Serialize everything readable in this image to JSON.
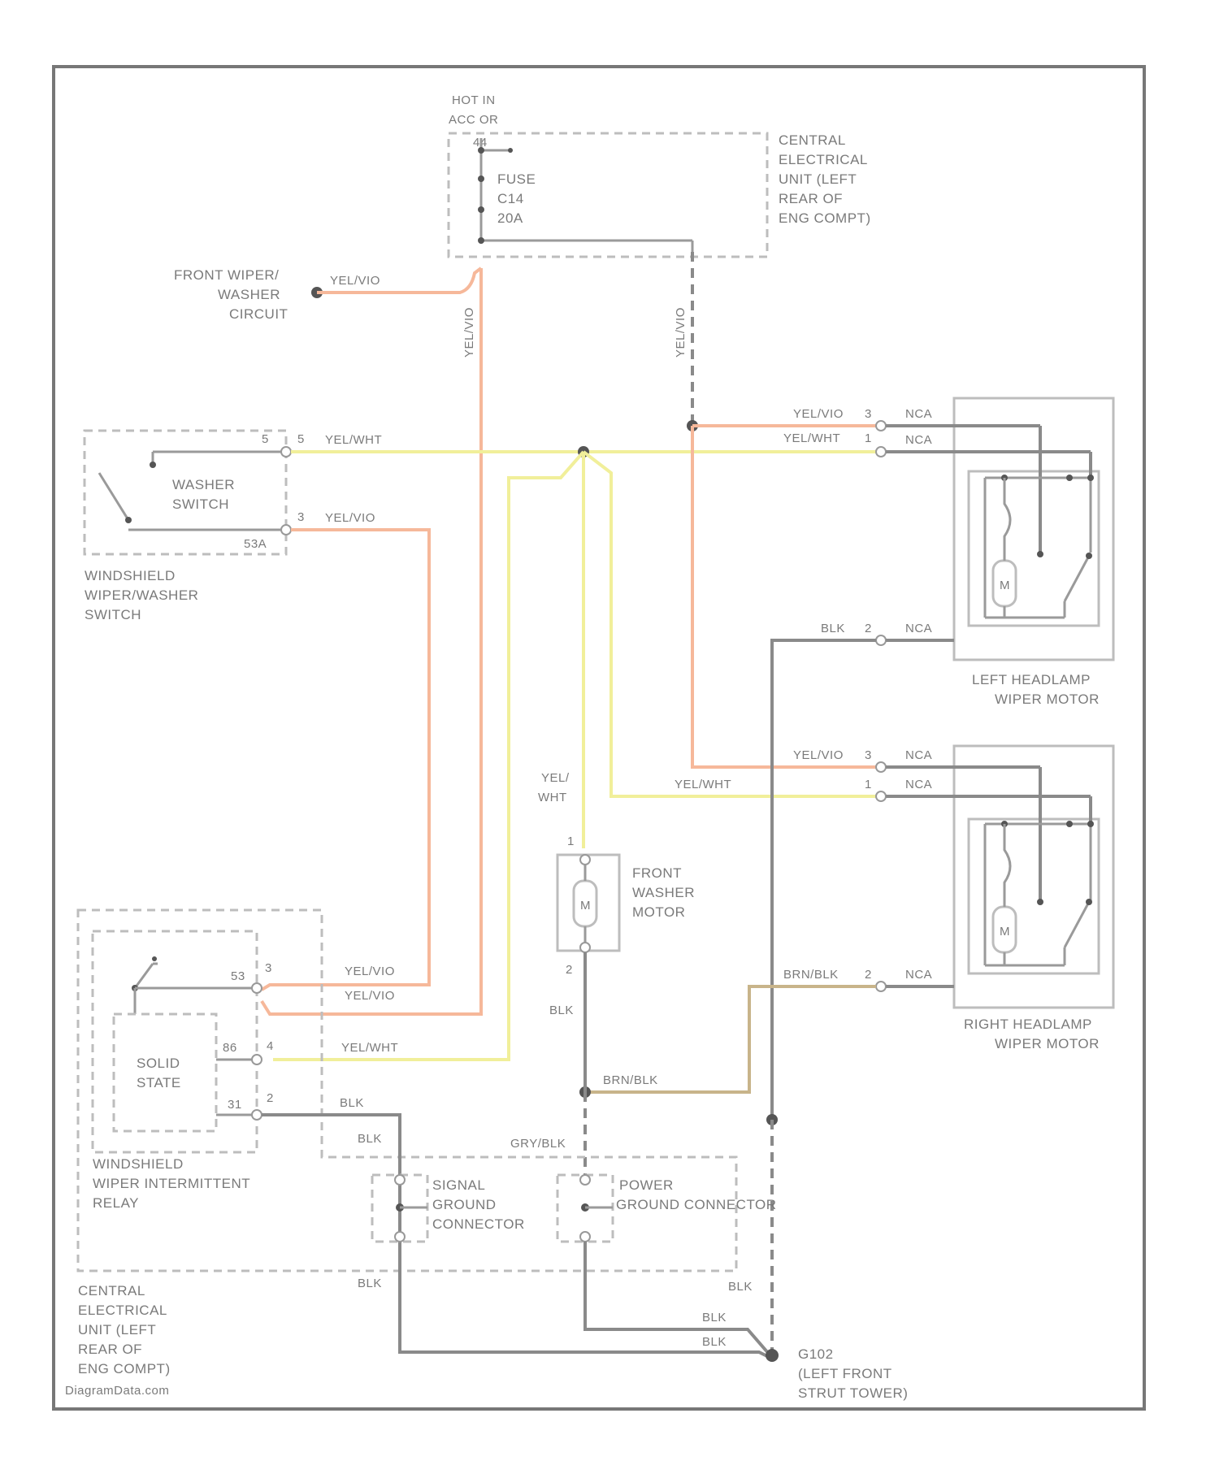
{
  "colors": {
    "frame": "#777777",
    "wire_yel_vio": "#f6b89a",
    "wire_yel_wht": "#f1ef9a",
    "wire_blk": "#8a8a8a",
    "wire_brn_blk": "#c8b48a",
    "component_outline": "#bdbdbd"
  },
  "labels": {
    "hot_in_line1": "HOT IN",
    "hot_in_line2": "ACC OR",
    "fuse_line1": "FUSE",
    "fuse_line2": "C14",
    "fuse_line3": "20A",
    "ceu_top_line1": "CENTRAL",
    "ceu_top_line2": "ELECTRICAL",
    "ceu_top_line3": "UNIT (LEFT",
    "ceu_top_line4": "REAR OF",
    "ceu_top_line5": "ENG COMPT)",
    "front_wiper_line1": "FRONT WIPER/",
    "front_wiper_line2": "WASHER",
    "front_wiper_line3": "CIRCUIT",
    "washer_switch_line1": "WASHER",
    "washer_switch_line2": "SWITCH",
    "ws_switch_line1": "WINDSHIELD",
    "ws_switch_line2": "WIPER/WASHER",
    "ws_switch_line3": "SWITCH",
    "left_motor_line1": "LEFT HEADLAMP",
    "left_motor_line2": "WIPER MOTOR",
    "right_motor_line1": "RIGHT HEADLAMP",
    "right_motor_line2": "WIPER MOTOR",
    "front_washer_line1": "FRONT",
    "front_washer_line2": "WASHER",
    "front_washer_line3": "MOTOR",
    "solid_state_line1": "SOLID",
    "solid_state_line2": "STATE",
    "relay_line1": "WINDSHIELD",
    "relay_line2": "WIPER INTERMITTENT",
    "relay_line3": "RELAY",
    "signal_ground_line1": "SIGNAL",
    "signal_ground_line2": "GROUND",
    "signal_ground_line3": "CONNECTOR",
    "power_ground_line1": "POWER",
    "power_ground_line2": "GROUND CONNECTOR",
    "ceu_bottom_line1": "CENTRAL",
    "ceu_bottom_line2": "ELECTRICAL",
    "ceu_bottom_line3": "UNIT (LEFT",
    "ceu_bottom_line4": "REAR OF",
    "ceu_bottom_line5": "ENG COMPT)",
    "g102_line1": "G102",
    "g102_line2": "(LEFT FRONT",
    "g102_line3": "STRUT TOWER)",
    "motor_symbol": "M",
    "watermark": "DiagramData.com"
  },
  "wires": {
    "yel_vio": "YEL/VIO",
    "yel_wht": "YEL/WHT",
    "yel_wht_line1": "YEL/",
    "yel_wht_line2": "WHT",
    "blk": "BLK",
    "brn_blk": "BRN/BLK",
    "gry_blk": "GRY/BLK",
    "nca": "NCA"
  },
  "pins": {
    "p1": "1",
    "p2": "2",
    "p3": "3",
    "p4": "4",
    "p5": "5",
    "p53": "53",
    "p53a": "53A",
    "p86": "86",
    "p31": "31",
    "p44": "44"
  }
}
